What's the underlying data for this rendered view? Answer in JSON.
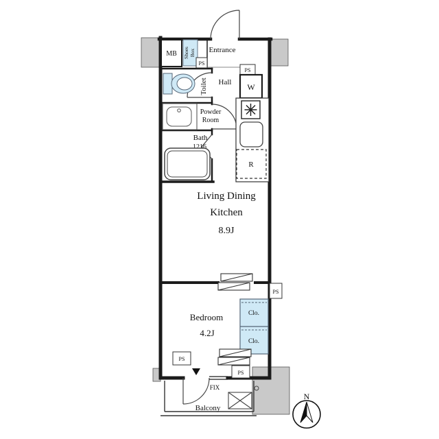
{
  "meta": {
    "type": "apartment-floor-plan"
  },
  "colors": {
    "wall": "#1b1b1b",
    "thin_line": "#3a3a3a",
    "highlight": "#cfe9f6",
    "gray_block": "#c9c9c9",
    "text": "#111111"
  },
  "labels": {
    "mb": "MB",
    "shoes_line1": "Shoes",
    "shoes_line2": "Box",
    "entrance": "Entrance",
    "ps": "PS",
    "toilet": "Toilet",
    "hall": "Hall",
    "washer": "W",
    "powder_line1": "Powder",
    "powder_line2": "Room",
    "bath": "Bath",
    "bath_size": "1216",
    "fridge": "R",
    "ldk_line1": "Living Dining",
    "ldk_line2": "Kitchen",
    "ldk_size": "8.9J",
    "bedroom": "Bedroom",
    "bedroom_size": "4.2J",
    "closet": "Clo.",
    "fix": "FIX",
    "balcony": "Balcony",
    "north": "N"
  }
}
